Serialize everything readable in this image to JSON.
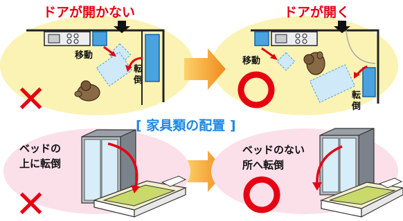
{
  "heading": "[ 家具類の配置 ]",
  "top_left": {
    "title": "ドアが開かない",
    "move_label": "移動",
    "fall_label_1": "転",
    "fall_label_2": "倒",
    "verdict": "✕"
  },
  "top_right": {
    "title": "ドアが開く",
    "move_label": "移動",
    "fall_label_1": "転",
    "fall_label_2": "倒",
    "verdict": "◯"
  },
  "bottom_left": {
    "caption_1": "ベッドの",
    "caption_2": "上に転倒",
    "verdict": "✕"
  },
  "bottom_right": {
    "caption_1": "ベッドのない",
    "caption_2": "所へ転倒",
    "verdict": "◯"
  },
  "colors": {
    "title_red": "#e60012",
    "heading_blue": "#1e88e5",
    "room_yellow": "#fbf3b4",
    "room_pink": "#fbe0ea",
    "arrow_orange": "#f5a623",
    "furniture_blue": "#4aa3df"
  }
}
